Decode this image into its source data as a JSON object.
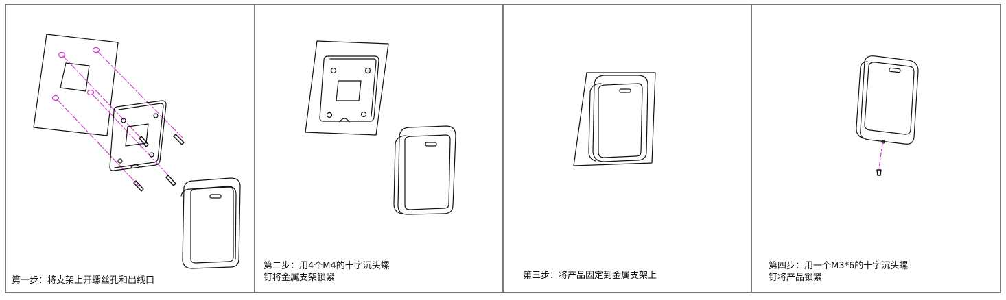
{
  "steps": [
    {
      "lines": [
        "第一步：将支架上开螺丝孔和出线口"
      ]
    },
    {
      "lines": [
        "第二步：用4个M4的十字沉头螺",
        "钉将金属支架锁紧"
      ]
    },
    {
      "lines": [
        "第三步：将产品固定到金属支架上"
      ]
    },
    {
      "lines": [
        "第四步：用一个M3*6的十字沉头螺",
        "钉将产品锁紧"
      ]
    }
  ],
  "colors": {
    "line": "#111111",
    "guide": "#d23cd2",
    "frame": "#222222"
  }
}
